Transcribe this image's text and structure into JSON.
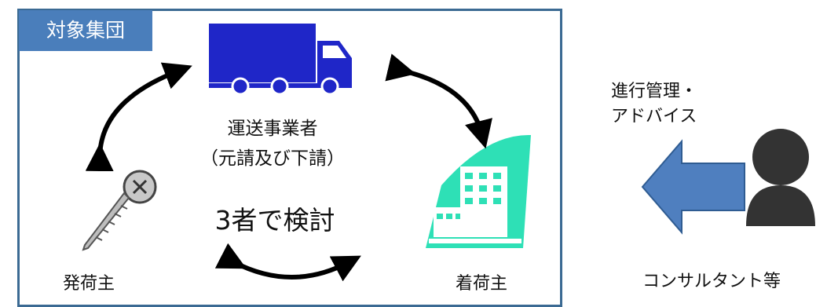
{
  "group_label": "対象集団",
  "carrier": {
    "name": "運送事業者",
    "sub": "（元請及び下請）"
  },
  "center_text": "3者で検討",
  "shipper": {
    "label": "発荷主"
  },
  "consignee": {
    "label": "着荷主"
  },
  "advice": {
    "line1": "進行管理・",
    "line2": "アドバイス"
  },
  "consultant": {
    "label": "コンサルタント等"
  },
  "colors": {
    "frame": "#3b6a93",
    "tag": "#4a7ebb",
    "truck": "#1f26c8",
    "building": "#2ee0b6",
    "arrow": "#4f7fbf",
    "person": "#333333"
  }
}
